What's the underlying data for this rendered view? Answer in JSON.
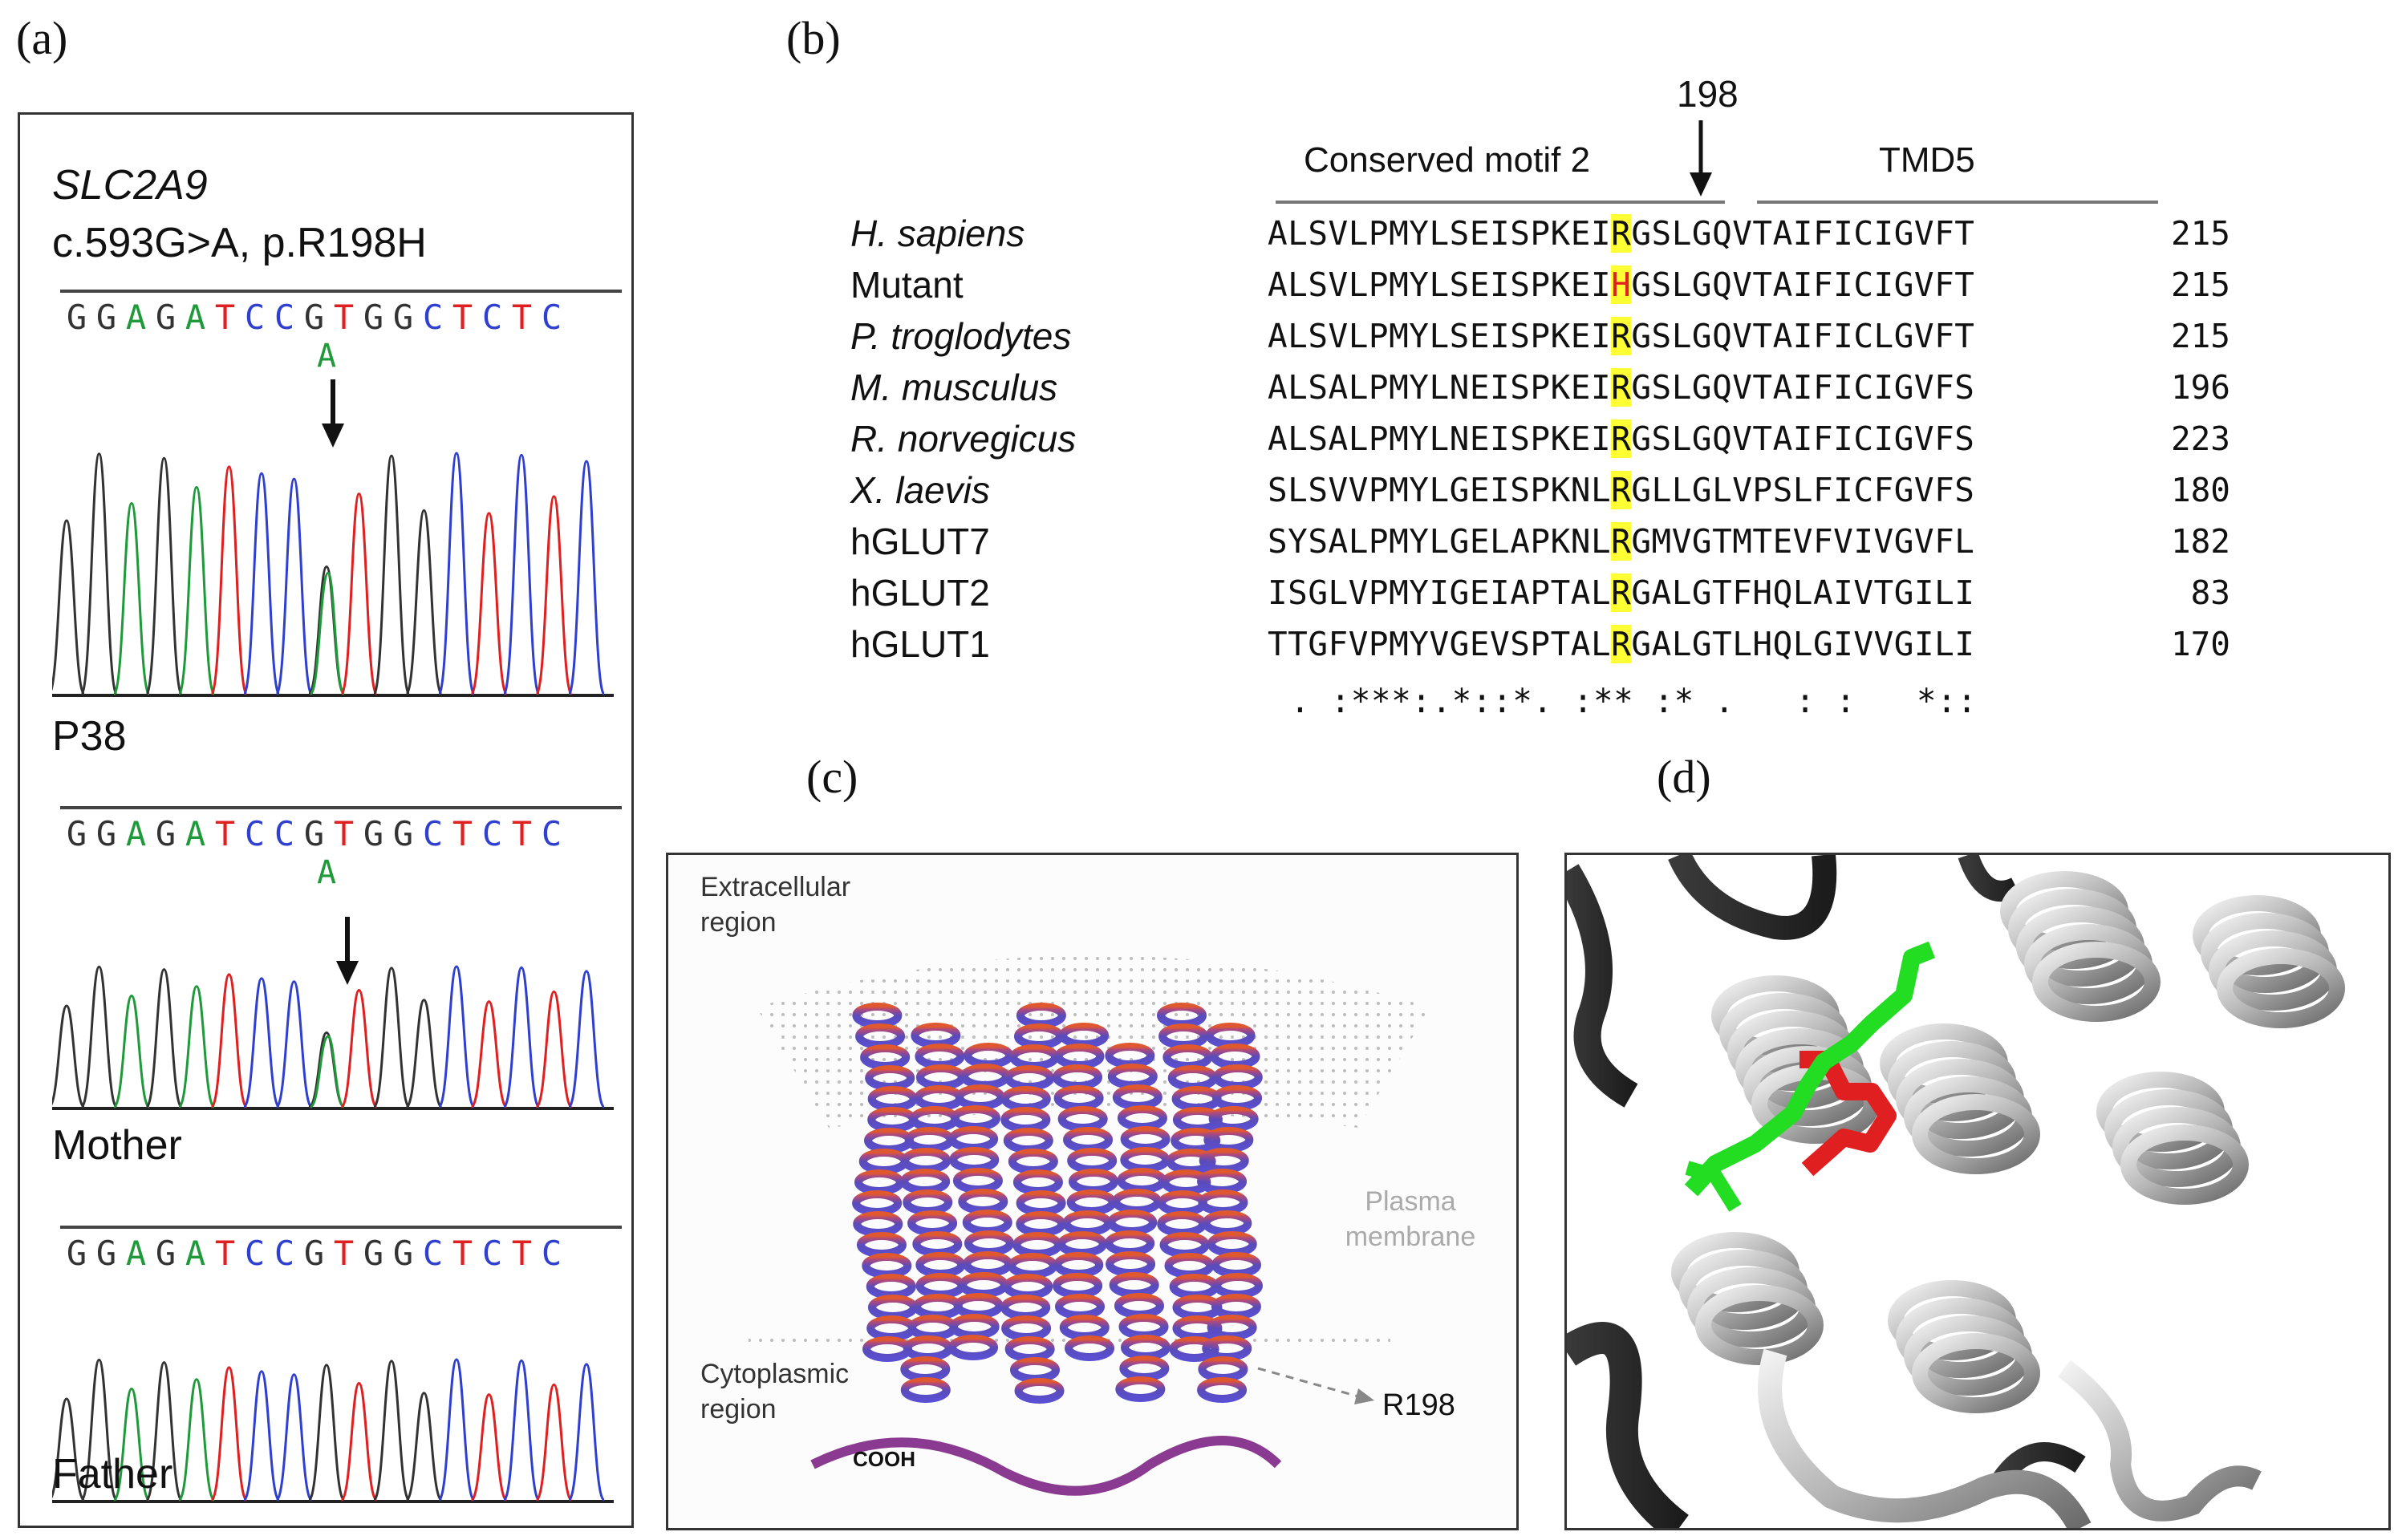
{
  "panels": {
    "a": "(a)",
    "b": "(b)",
    "c": "(c)",
    "d": "(d)"
  },
  "panel_a": {
    "gene": "SLC2A9",
    "mutation": "c.593G>A, p.R198H",
    "sequence": [
      "G",
      "G",
      "A",
      "G",
      "A",
      "T",
      "C",
      "C",
      "G",
      "T",
      "G",
      "G",
      "C",
      "T",
      "C",
      "T",
      "C"
    ],
    "alt_base": "A",
    "traces": [
      {
        "label": "P38"
      },
      {
        "label": "Mother"
      },
      {
        "label": "Father"
      }
    ],
    "colors": {
      "G": "#333333",
      "A": "#1f9a3a",
      "T": "#e02020",
      "C": "#2f3fd0"
    }
  },
  "panel_b": {
    "position_label": "198",
    "motif_label": "Conserved motif 2",
    "tmd_label": "TMD5",
    "rows": [
      {
        "name": "H. sapiens",
        "italic": true,
        "pre": "ALSVLPMYLSEISPKEI",
        "res": "R",
        "post": "GSLGQVTAIFICIGVFT",
        "num": "215"
      },
      {
        "name": "Mutant",
        "italic": false,
        "pre": "ALSVLPMYLSEISPKEI",
        "res": "H",
        "post": "GSLGQVTAIFICIGVFT",
        "num": "215"
      },
      {
        "name": "P. troglodytes",
        "italic": true,
        "pre": "ALSVLPMYLSEISPKEI",
        "res": "R",
        "post": "GSLGQVTAIFICLGVFT",
        "num": "215"
      },
      {
        "name": "M. musculus",
        "italic": true,
        "pre": "ALSALPMYLNEISPKEI",
        "res": "R",
        "post": "GSLGQVTAIFICIGVFS",
        "num": "196"
      },
      {
        "name": "R. norvegicus",
        "italic": true,
        "pre": "ALSALPMYLNEISPKEI",
        "res": "R",
        "post": "GSLGQVTAIFICIGVFS",
        "num": "223"
      },
      {
        "name": "X. laevis",
        "italic": true,
        "pre": "SLSVVPMYLGEISPKNL",
        "res": "R",
        "post": "GLLGLVPSLFICFGVFS",
        "num": "180"
      },
      {
        "name": "hGLUT7",
        "italic": false,
        "pre": "SYSALPMYLGELAPKNL",
        "res": "R",
        "post": "GMVGTMTEVFVIVGVFL",
        "num": "182"
      },
      {
        "name": "hGLUT2",
        "italic": false,
        "pre": "ISGLVPMYIGEIAPTAL",
        "res": "R",
        "post": "GALGTFHQLAIVTGILI",
        "num": "83"
      },
      {
        "name": "hGLUT1",
        "italic": false,
        "pre": "TTGFVPMYVGEVSPTAL",
        "res": "R",
        "post": "GALGTLHQLGIVVGILI",
        "num": "170"
      }
    ],
    "consensus": " . :***:.*::*. :** :* .   : :   *::",
    "highlight_color": "#ffff33"
  },
  "panel_c": {
    "extracellular": "Extracellular region",
    "plasma_membrane": "Plasma membrane",
    "cytoplasmic": "Cytoplasmic region",
    "residue": "R198",
    "cooh": "COOH"
  },
  "panel_d": {
    "wild_type_color": "#22dd22",
    "mutant_color": "#e02020"
  }
}
